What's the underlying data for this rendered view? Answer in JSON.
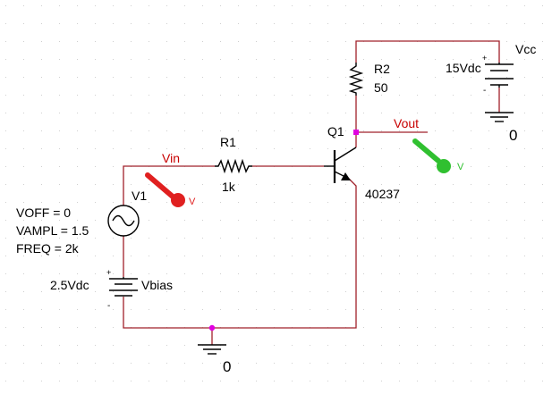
{
  "colors": {
    "wire": "#a0202a",
    "component": "#000000",
    "node_dot": "#e000e0",
    "probe_red": "#e02020",
    "probe_green": "#30c030",
    "net_label": "#c80000",
    "grid_dot": "#cfcfcf"
  },
  "components": {
    "vcc": {
      "name": "Vcc",
      "value": "15Vdc",
      "plus": "+",
      "minus": "-",
      "ground_label": "0"
    },
    "r2": {
      "name": "R2",
      "value": "50"
    },
    "q1": {
      "name": "Q1",
      "model": "40237"
    },
    "r1": {
      "name": "R1",
      "value": "1k"
    },
    "v1": {
      "name": "V1",
      "voff": "VOFF = 0",
      "vampl": "VAMPL = 1.5",
      "freq": "FREQ = 2k"
    },
    "vbias": {
      "name": "Vbias",
      "value": "2.5Vdc",
      "plus": "+",
      "minus": "-"
    },
    "ground_main": {
      "label": "0"
    }
  },
  "nets": {
    "vin": "Vin",
    "vout": "Vout"
  },
  "probes": {
    "vin_probe": {
      "label": "V",
      "icon": "voltage-probe-icon"
    },
    "vout_probe": {
      "label": "V",
      "icon": "voltage-probe-icon"
    }
  }
}
